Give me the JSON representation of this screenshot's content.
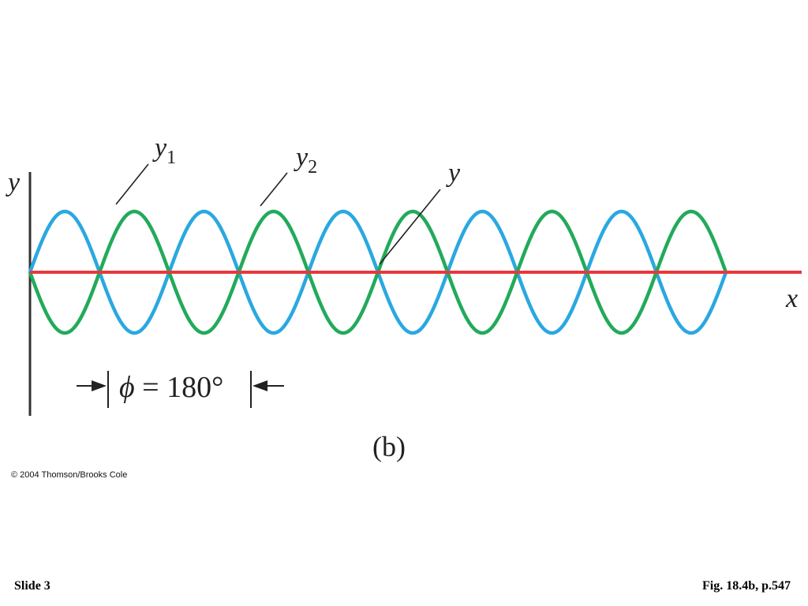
{
  "figure": {
    "axis_y_label": "y",
    "axis_x_label": "x",
    "label_y1": "y",
    "label_y1_sub": "1",
    "label_y2": "y",
    "label_y2_sub": "2",
    "label_y_sum": "y",
    "phase_symbol": "ϕ",
    "phase_rest": " = 180°",
    "panel_label": "(b)",
    "colors": {
      "wave_y1": "#2aa8e0",
      "wave_y2": "#22aa5a",
      "resultant": "#e8383d",
      "axis": "#333333"
    },
    "waves": {
      "y1_phase_deg": 0,
      "y2_phase_deg": 180,
      "cycles_shown": 5,
      "resultant_amplitude": 0
    }
  },
  "copyright": "© 2004 Thomson/Brooks Cole",
  "footer": {
    "slide": "Slide 3",
    "fig_ref": "Fig. 18.4b, p.547"
  }
}
